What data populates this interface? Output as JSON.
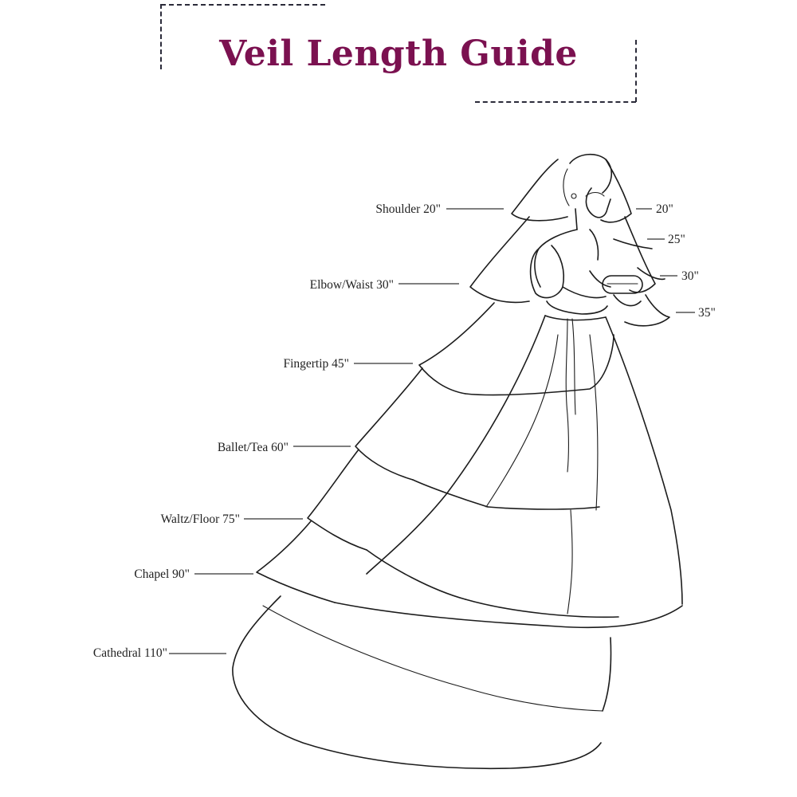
{
  "title": "Veil Length Guide",
  "accent_color": "#7b1150",
  "left_labels": [
    "Shoulder 20\"",
    "Elbow/Waist 30\"",
    "Fingertip 45\"",
    "Ballet/Tea 60\"",
    "Waltz/Floor 75\"",
    "Chapel 90\"",
    "Cathedral 110\""
  ],
  "right_labels": [
    "20\"",
    "25\"",
    "30\"",
    "35\""
  ]
}
